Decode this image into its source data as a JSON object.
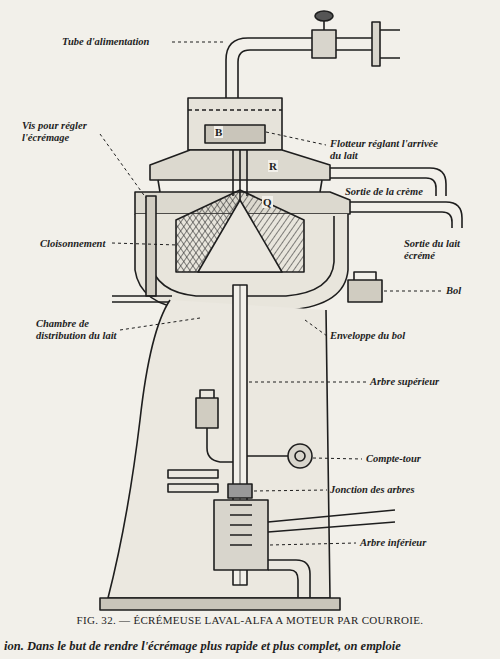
{
  "diagram": {
    "caption": "FIG. 32. — ÉCRÉMEUSE LAVAL-ALFA A MOTEUR PAR COURROIE.",
    "labels": [
      "Tube d'alimentation",
      "Flotteur réglant l'arrivée du lait",
      "Vis pour régler l'écrémage",
      "Sortie de la crème",
      "R",
      "Q",
      "B",
      "Cloisonnement",
      "Sortie du lait écrémé",
      "Bol",
      "Chambre de distribution du lait",
      "Enveloppe du bol",
      "Arbre supérieur",
      "Compte-tour",
      "Jonction des arbres",
      "Arbre inférieur",
      "ion. Dans le but de rendre l'écrémage plus rapide et plus complet, on emploie"
    ]
  }
}
